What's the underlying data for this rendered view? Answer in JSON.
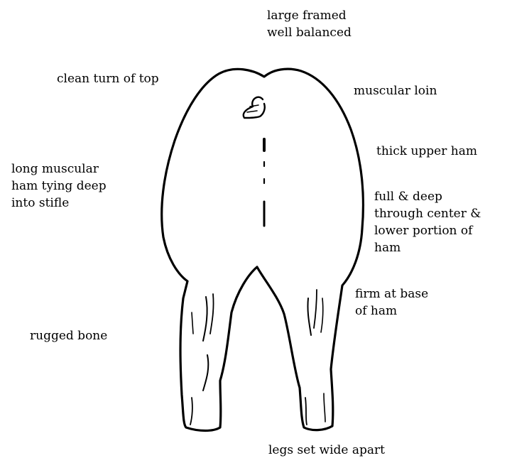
{
  "diagram": {
    "labels": {
      "frame": [
        "large framed",
        "well balanced"
      ],
      "top": [
        "clean turn of top"
      ],
      "loin": [
        "muscular loin"
      ],
      "upper_ham": [
        "thick upper ham"
      ],
      "long_ham": [
        "long muscular",
        "ham tying deep",
        "into stifle"
      ],
      "deep_center": [
        "full & deep",
        "through center &",
        "lower portion of",
        "ham"
      ],
      "firm_base": [
        "firm at base",
        "of ham"
      ],
      "bone": [
        "rugged bone"
      ],
      "legs": [
        "legs set wide apart"
      ]
    },
    "line_color": "#000000"
  }
}
